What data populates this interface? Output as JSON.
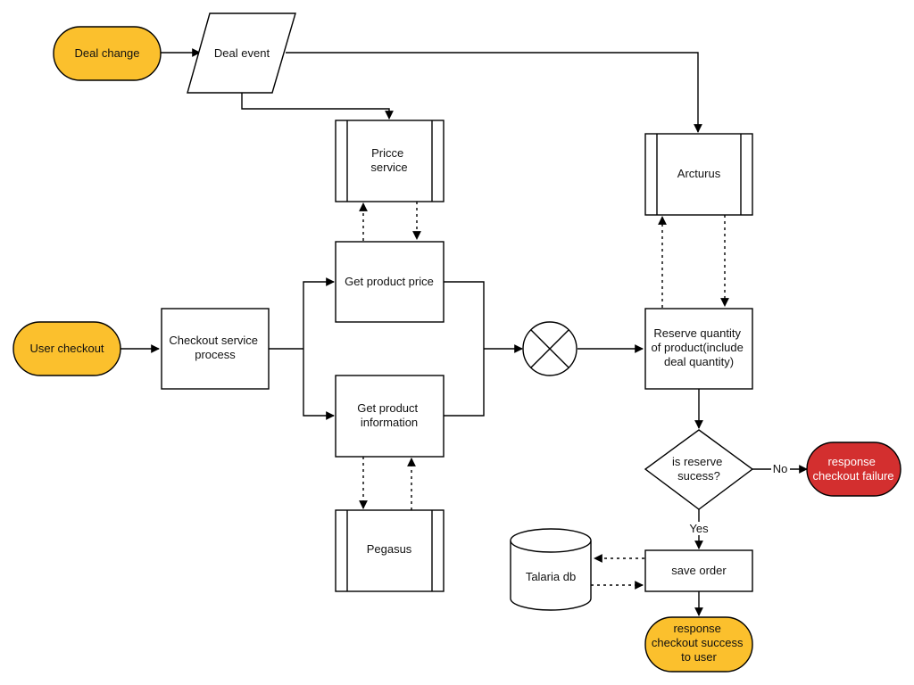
{
  "colors": {
    "terminator_yellow": "#FBC02D",
    "terminator_red": "#D32F2F",
    "stroke": "#000000",
    "background": "#FFFFFF"
  },
  "nodes": {
    "deal_change": "Deal change",
    "deal_event": "Deal event",
    "price_service": [
      "Pricce",
      "service"
    ],
    "arcturus": "Arcturus",
    "user_checkout": "User checkout",
    "checkout_service": [
      "Checkout service",
      "process"
    ],
    "get_product_price": "Get product price",
    "get_product_info": [
      "Get product",
      "information"
    ],
    "pegasus": "Pegasus",
    "reserve_quantity": [
      "Reserve quantity",
      "of product(include",
      "deal quantity)"
    ],
    "is_reserve_success": [
      "is reserve",
      "sucess?"
    ],
    "response_failure": [
      "response",
      "checkout failure"
    ],
    "talaria_db": "Talaria db",
    "save_order": "save order",
    "response_success": [
      "response",
      "checkout success",
      "to user"
    ]
  },
  "edge_labels": {
    "no": "No",
    "yes": "Yes"
  }
}
